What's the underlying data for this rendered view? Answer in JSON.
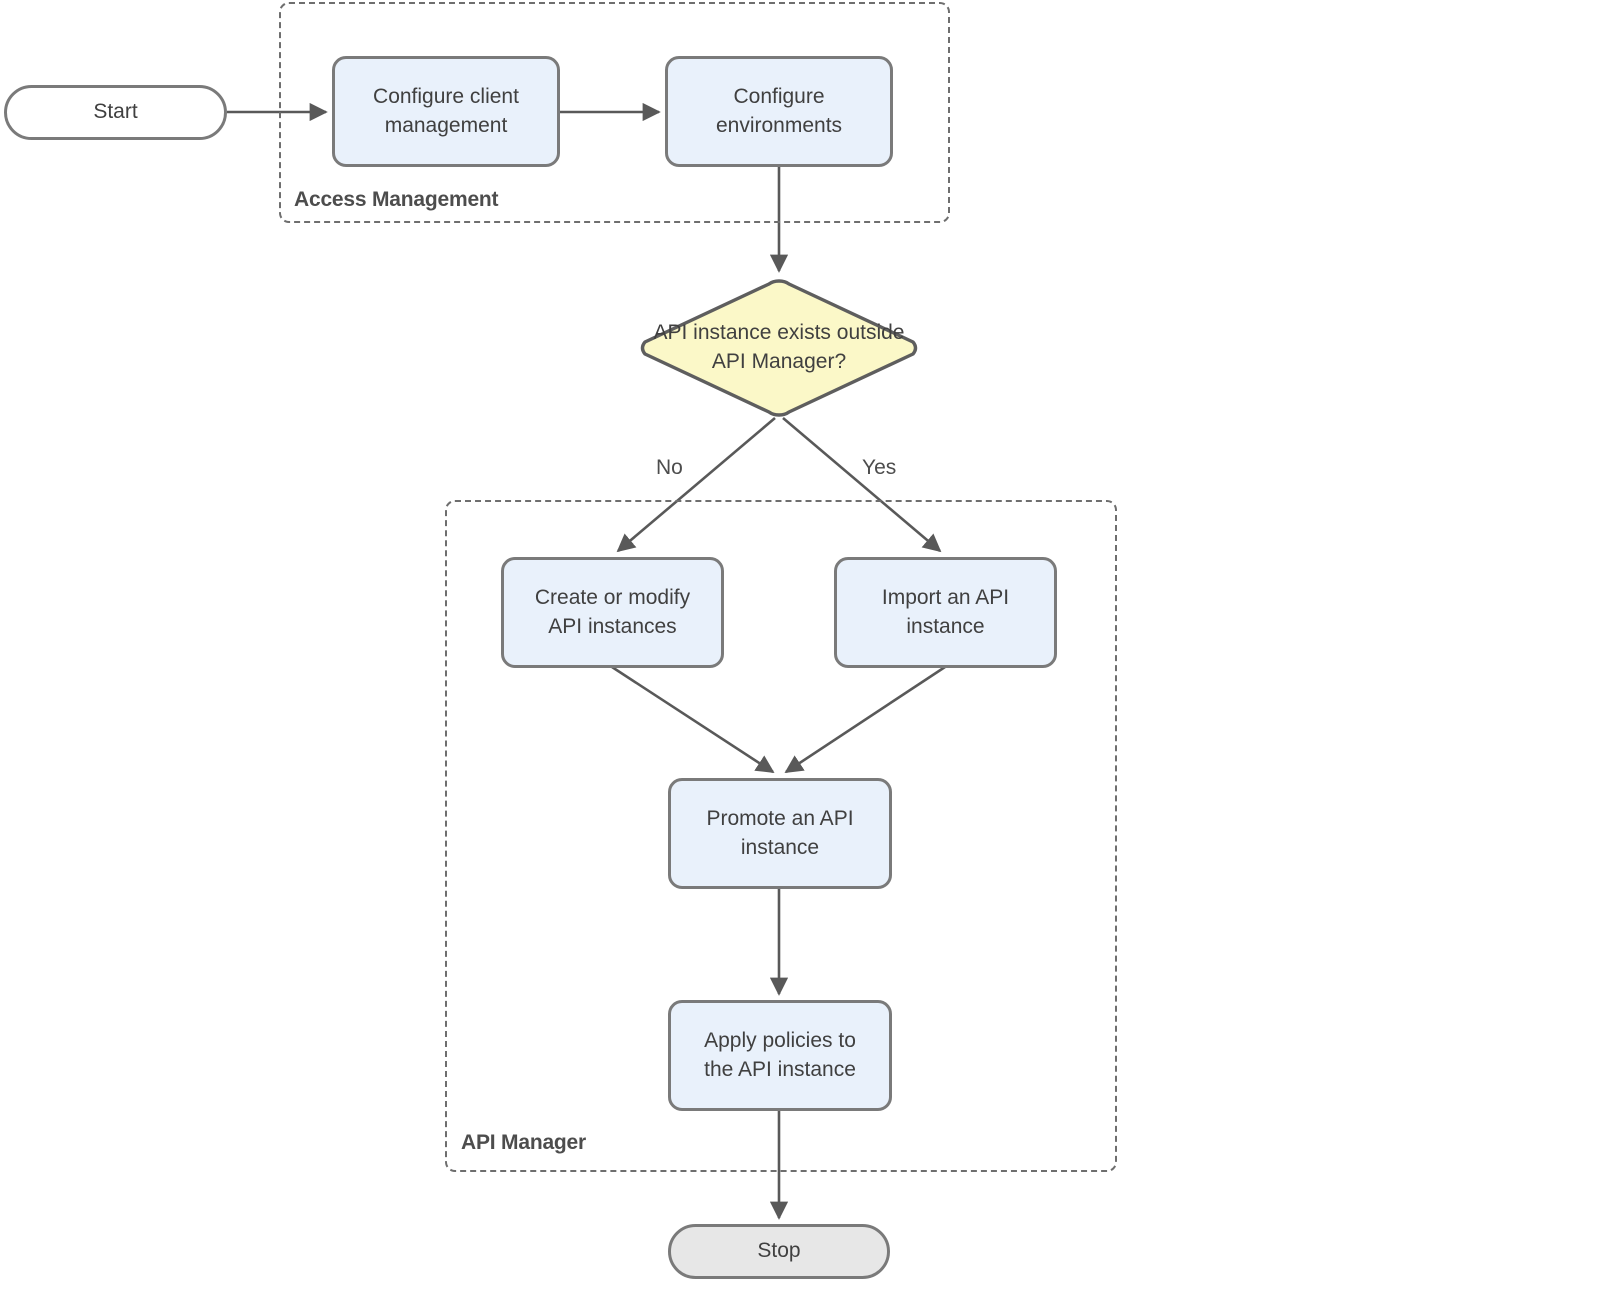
{
  "diagram": {
    "title": "API instance lifecycle flowchart",
    "type": "flowchart",
    "colors": {
      "process_fill": "#e9f1fb",
      "decision_fill": "#fbf8c8",
      "stop_fill": "#e7e7e7",
      "start_fill": "#ffffff",
      "stroke": "#7a7a7a",
      "group_stroke": "#6e6e6e",
      "text": "#404040",
      "edge": "#4d4d4d"
    }
  },
  "groups": [
    {
      "id": "access-management",
      "label": "Access Management"
    },
    {
      "id": "api-manager",
      "label": "API Manager"
    }
  ],
  "nodes": {
    "start": {
      "label": "Start",
      "shape": "terminator"
    },
    "configure_client_management": {
      "line1": "Configure client",
      "line2": "management",
      "shape": "process"
    },
    "configure_environments": {
      "line1": "Configure",
      "line2": "environments",
      "shape": "process"
    },
    "decision": {
      "line1": "API instance",
      "line2": "exists outside API",
      "line3": "Manager?",
      "shape": "decision"
    },
    "create_or_modify": {
      "line1": "Create or modify",
      "line2": "API instances",
      "shape": "process"
    },
    "import_instance": {
      "line1": "Import an API",
      "line2": "instance",
      "shape": "process"
    },
    "promote_instance": {
      "line1": "Promote an API",
      "line2": "instance",
      "shape": "process"
    },
    "apply_policies": {
      "line1": "Apply policies to",
      "line2": "the API instance",
      "shape": "process"
    },
    "stop": {
      "label": "Stop",
      "shape": "terminator"
    }
  },
  "edge_labels": {
    "no": "No",
    "yes": "Yes"
  },
  "edges": [
    {
      "from": "start",
      "to": "configure_client_management",
      "label": ""
    },
    {
      "from": "configure_client_management",
      "to": "configure_environments",
      "label": ""
    },
    {
      "from": "configure_environments",
      "to": "decision",
      "label": ""
    },
    {
      "from": "decision",
      "to": "create_or_modify",
      "label": "No"
    },
    {
      "from": "decision",
      "to": "import_instance",
      "label": "Yes"
    },
    {
      "from": "create_or_modify",
      "to": "promote_instance",
      "label": ""
    },
    {
      "from": "import_instance",
      "to": "promote_instance",
      "label": ""
    },
    {
      "from": "promote_instance",
      "to": "apply_policies",
      "label": ""
    },
    {
      "from": "apply_policies",
      "to": "stop",
      "label": ""
    }
  ]
}
